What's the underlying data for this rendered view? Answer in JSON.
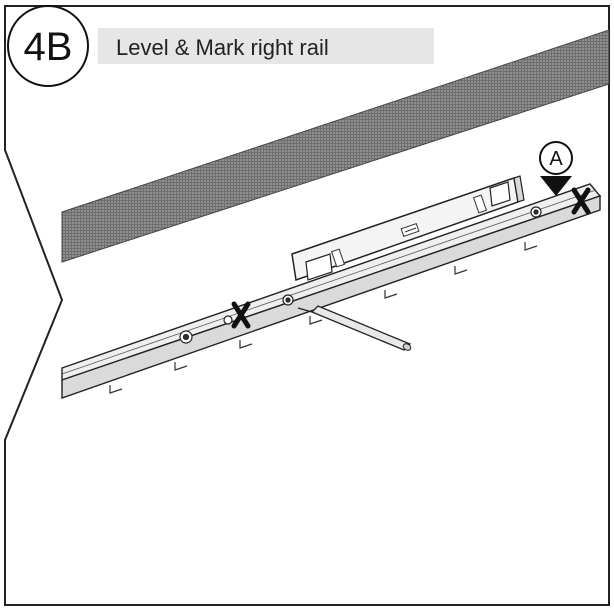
{
  "step": {
    "number": "4B",
    "title": "Level & Mark right rail"
  },
  "callouts": [
    {
      "label": "A",
      "target": "right-end-mark"
    }
  ],
  "colors": {
    "ink": "#111111",
    "title_band": "#e6e6e6",
    "wall_hatch": "#7a7a7a",
    "rail_fill": "#ececec"
  },
  "icons": [
    "wall-band",
    "rail",
    "spirit-level",
    "pencil",
    "mark-x",
    "screw",
    "callout-pin"
  ]
}
